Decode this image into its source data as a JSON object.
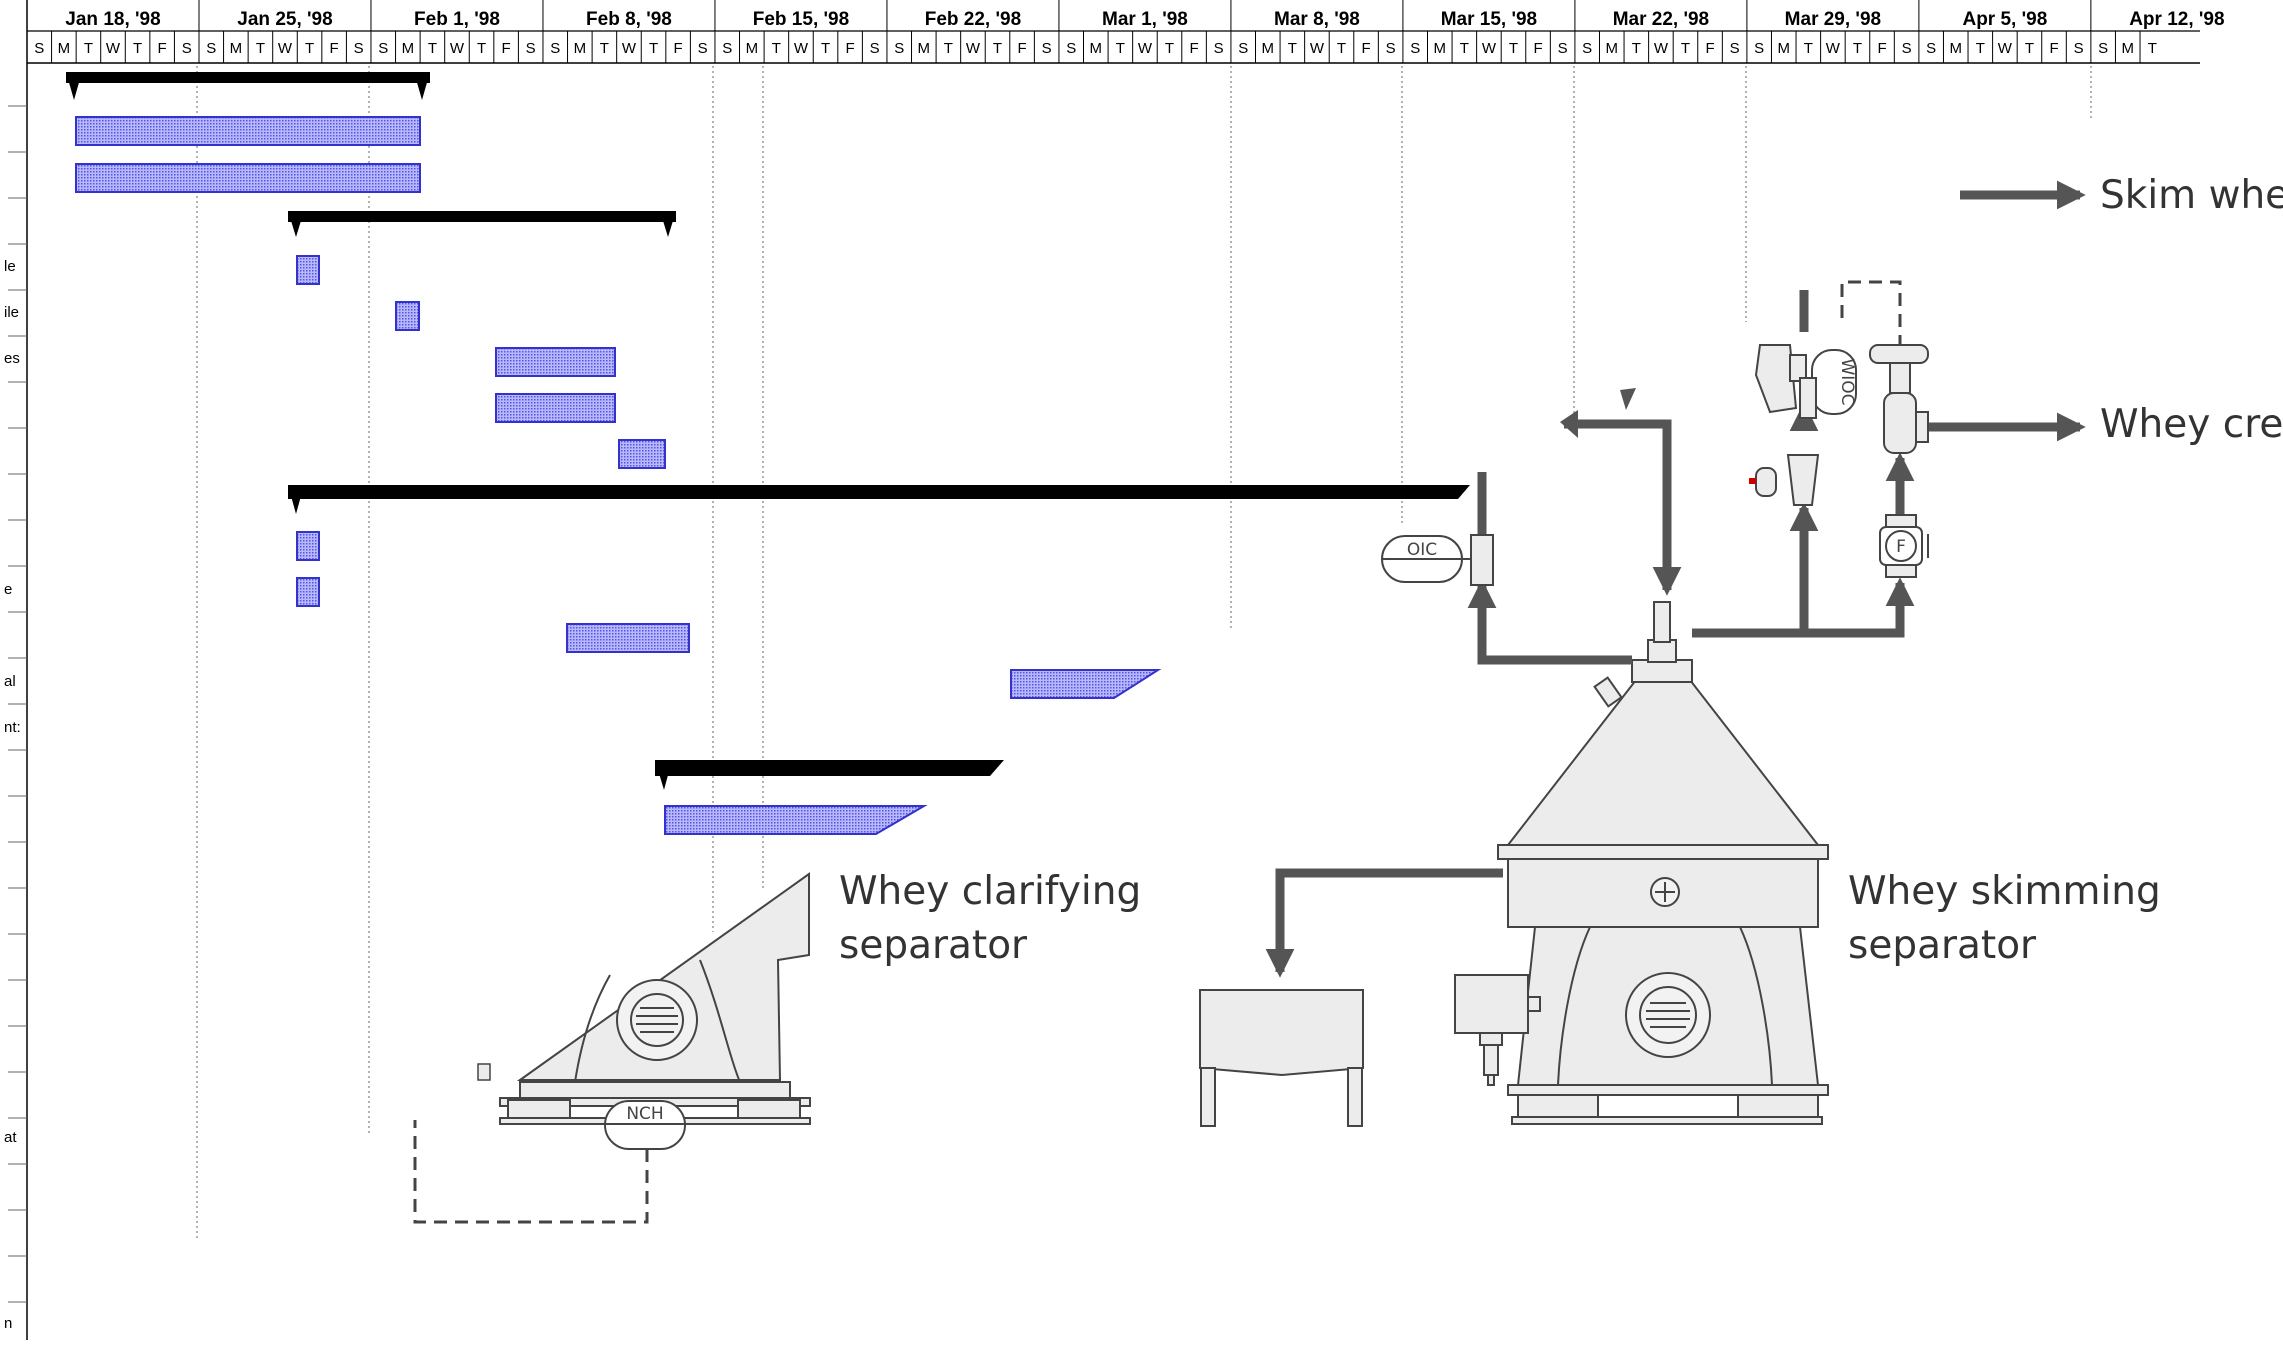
{
  "gantt": {
    "week_labels": [
      "Jan 18, '98",
      "Jan 25, '98",
      "Feb 1, '98",
      "Feb 8, '98",
      "Feb 15, '98",
      "Feb 22, '98",
      "Mar 1, '98",
      "Mar 8, '98",
      "Mar 15, '98",
      "Mar 22, '98",
      "Mar 29, '98",
      "Apr 5, '98",
      "Apr 12, '98"
    ],
    "day_letters": [
      "S",
      "M",
      "T",
      "W",
      "T",
      "F",
      "S"
    ],
    "row_label_fragments": [
      "le",
      "ile",
      "es",
      "e",
      "al",
      "nt:",
      "at",
      "n"
    ],
    "colors": {
      "summary_bar": "#000000",
      "task_bar": "#3333cc",
      "task_fill": "#9999ff",
      "gridline": "#888888"
    }
  },
  "diagram": {
    "labels": {
      "skim_whey": "Skim whey",
      "whey_cream": "Whey crea",
      "clarifying_line1": "Whey clarifying",
      "clarifying_line2": "separator",
      "skimming_line1": "Whey skimming",
      "skimming_line2": "separator",
      "oic_tag": "OIC",
      "wioc_tag": "WIOC",
      "f_tag": "F",
      "nch_tag": "NCH"
    },
    "colors": {
      "pipe": "#555555",
      "equipment_fill": "#ececec",
      "equipment_stroke": "#444444",
      "accent_red": "#cc0000"
    }
  }
}
